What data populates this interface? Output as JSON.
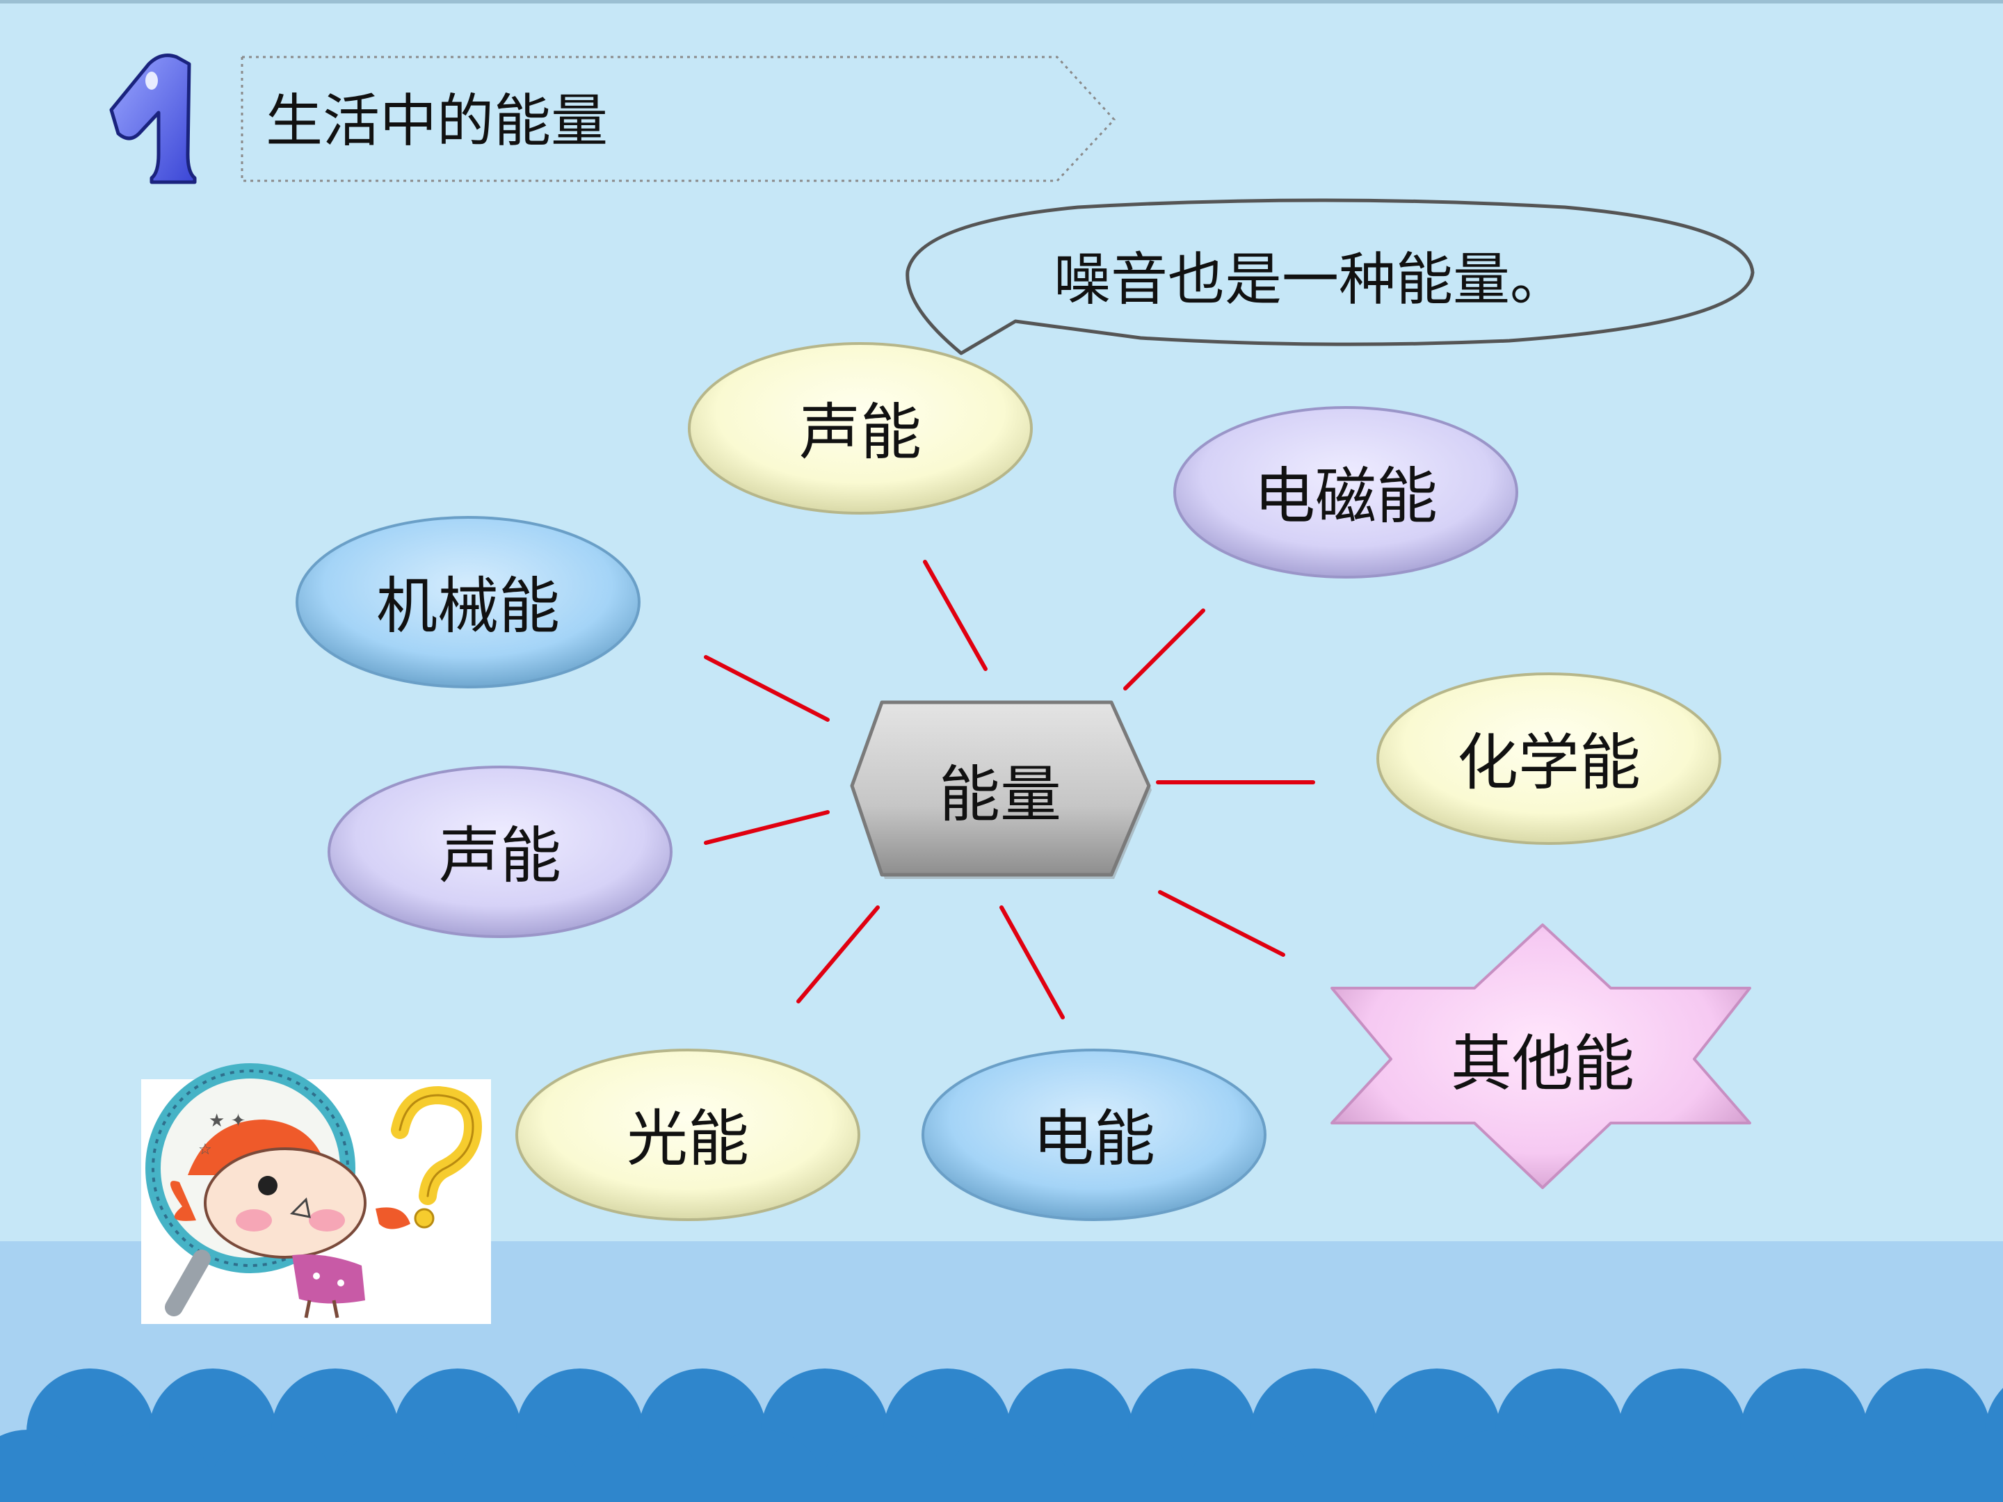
{
  "title": "生活中的能量",
  "speech_bubble": "噪音也是一种能量。",
  "center": "能量",
  "nodes": {
    "sound_top": "声能",
    "electromagnetic": "电磁能",
    "mechanical": "机械能",
    "chemical": "化学能",
    "sound_left": "声能",
    "other": "其他能",
    "light": "光能",
    "electric": "电能"
  },
  "colors": {
    "background": "#c6e7f7",
    "yellow_node": "#fafad2",
    "lavender_node": "#d6d2f7",
    "blue_node": "#a4d4f7",
    "pink_node": "#f6c9f2",
    "center_node": "#c8c8c8",
    "connector": "#e00010",
    "wave": "#2f86cc"
  }
}
